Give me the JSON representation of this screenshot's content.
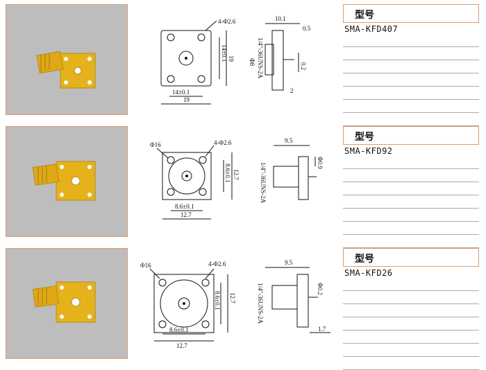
{
  "rows": [
    {
      "model": "SMA-KFD407",
      "spec_header": "型号",
      "front_view": {
        "hole_label": "4-Φ2.6",
        "dim_center_h": "14±0.1",
        "dim_total_h": "19",
        "dim_center_v": "14±0.1",
        "dim_total_v": "19"
      },
      "side_view": {
        "thread_label": "1/4\"-36UNS-2A",
        "dia_label": "Φ8",
        "len_label": "10.1",
        "pin_offset": "0.5",
        "pin_dia": "0.2",
        "flange_th": "2"
      }
    },
    {
      "model": "SMA-KFD92",
      "spec_header": "型号",
      "front_view": {
        "hole_label": "4-Φ2.6",
        "round_label": "Φ16",
        "dim_center_h": "8.6±0.1",
        "dim_total_h": "12.7",
        "dim_center_v": "8.6±0.1",
        "dim_total_v": "12.7"
      },
      "side_view": {
        "thread_label": "1/4\"-36UNS-2A",
        "len_label": "9.5",
        "pin_dia": "Φ0.9"
      }
    },
    {
      "model": "SMA-KFD26",
      "spec_header": "型号",
      "front_view": {
        "hole_label": "4-Φ2.6",
        "round_label": "Φ16",
        "dim_center_h": "8.6±0.1",
        "dim_total_h": "12.7",
        "dim_center_v": "8.6±0.1",
        "dim_total_v": "12.7"
      },
      "side_view": {
        "thread_label": "1/4\"-36UNS-2A",
        "len_label": "9.5",
        "pin_dia": "Φ0.2",
        "flange_th": "1.7"
      }
    }
  ]
}
